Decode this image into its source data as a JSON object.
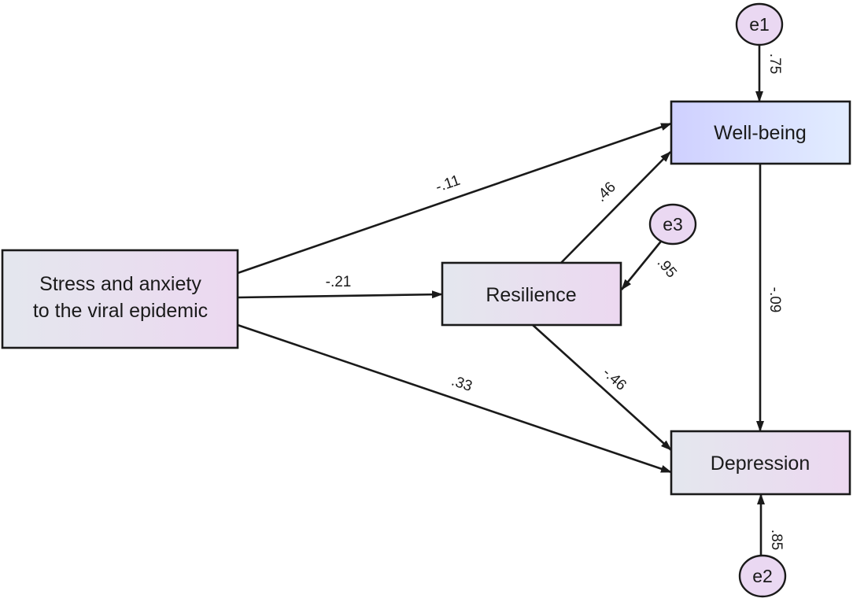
{
  "nodes": {
    "stress": {
      "line1": "Stress and anxiety",
      "line2": "to the viral epidemic"
    },
    "resilience": {
      "label": "Resilience"
    },
    "wellbeing": {
      "label": "Well-being"
    },
    "depression": {
      "label": "Depression"
    }
  },
  "errors": {
    "e1": {
      "label": "e1"
    },
    "e2": {
      "label": "e2"
    },
    "e3": {
      "label": "e3"
    }
  },
  "paths": {
    "stress_to_wellbeing": [
      "-.11"
    ],
    "stress_to_resilience": [
      "-.21"
    ],
    "stress_to_depression": [
      ".33"
    ],
    "resilience_to_wellbeing": [
      ".46"
    ],
    "resilience_to_depression": [
      "-.46"
    ],
    "wellbeing_to_depression": [
      "-.09"
    ],
    "e1_to_wellbeing": [
      ".75"
    ],
    "e2_to_depression": [
      ".85"
    ],
    "e3_to_resilience": [
      ".95"
    ]
  },
  "colors": {
    "box_fill_start": "#e4e7ee",
    "box_fill_end": "#ecd8f0",
    "wellbeing_fill_start": "#cfd0ff",
    "wellbeing_fill_end": "#e2edff",
    "error_fill": "#ead8f2",
    "stroke": "#1a1a1a"
  }
}
